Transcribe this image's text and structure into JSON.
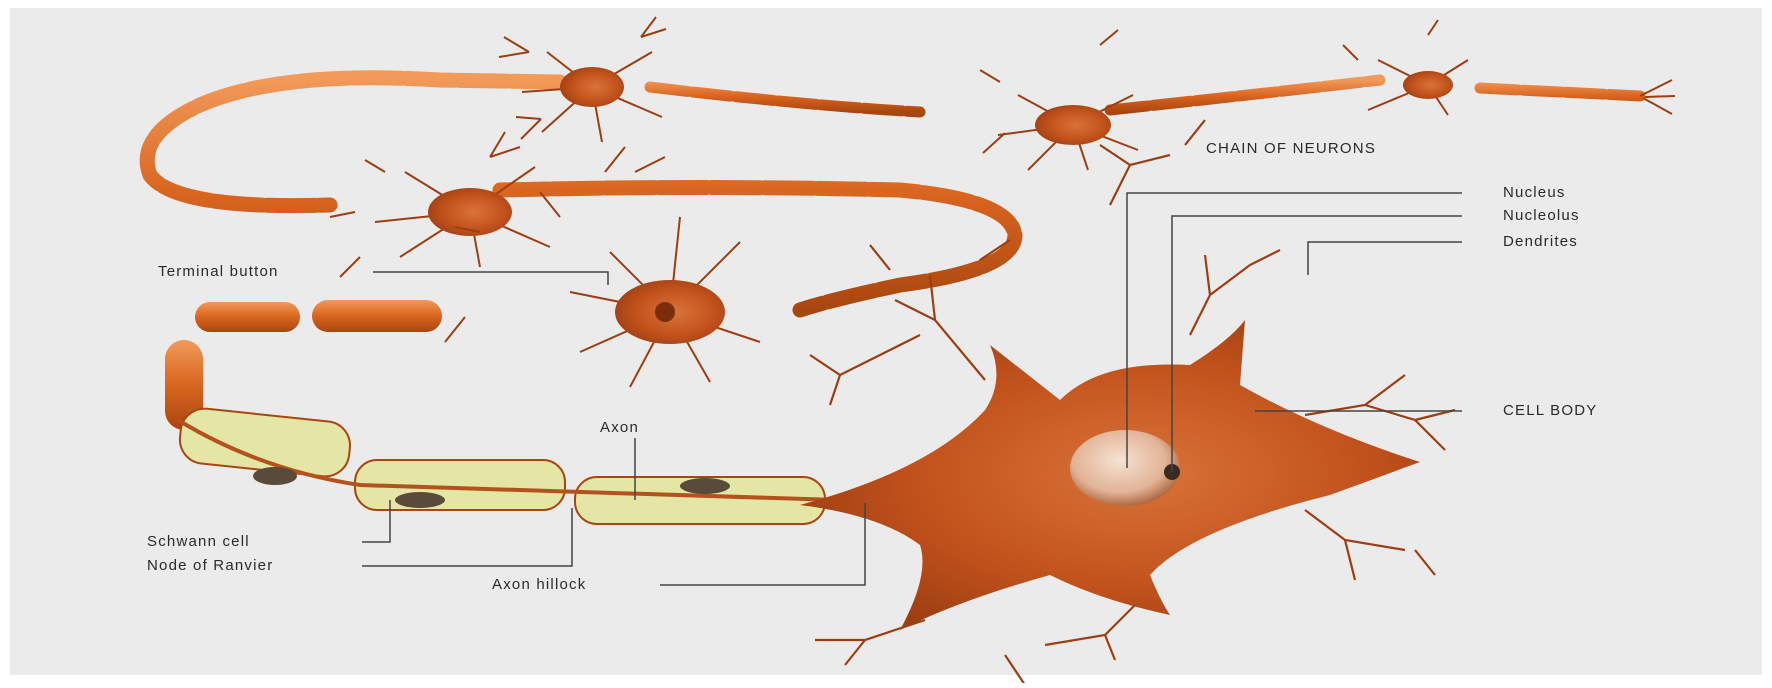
{
  "colors": {
    "background": "#ebebeb",
    "myelin": "#d9651f",
    "neuron_body": "#c2521c",
    "schwann": "#e3e6a4",
    "leader_line": "#444444",
    "text": "#2a2a2a"
  },
  "labels": {
    "chain_of_neurons": "CHAIN OF NEURONS",
    "nucleus": "Nucleus",
    "nucleolus": "Nucleolus",
    "dendrites": "Dendrites",
    "terminal_button": "Terminal button",
    "cell_body": "CELL BODY",
    "axon": "Axon",
    "schwann_cell": "Schwann cell",
    "node_of_ranvier": "Node of Ranvier",
    "axon_hillock": "Axon hillock"
  }
}
